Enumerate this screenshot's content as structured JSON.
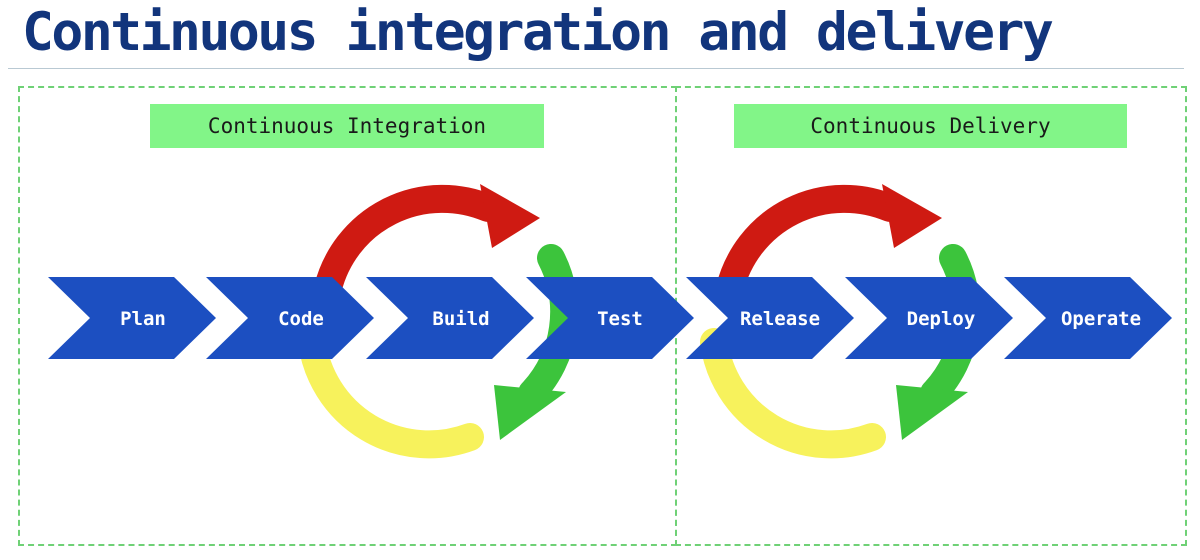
{
  "title": "Continuous integration and delivery",
  "sections": {
    "ci": {
      "label": "Continuous Integration"
    },
    "cd": {
      "label": "Continuous Delivery"
    }
  },
  "stages": [
    "Plan",
    "Code",
    "Build",
    "Test",
    "Release",
    "Deploy",
    "Operate"
  ],
  "colors": {
    "title": "#12357c",
    "stage_fill": "#1c4fc1",
    "stage_text": "#ffffff",
    "section_border": "#6fd176",
    "label_bg": "#82f588",
    "cycle_red": "#cf1a12",
    "cycle_green": "#3cc43c",
    "cycle_yellow": "#f7f25c"
  }
}
